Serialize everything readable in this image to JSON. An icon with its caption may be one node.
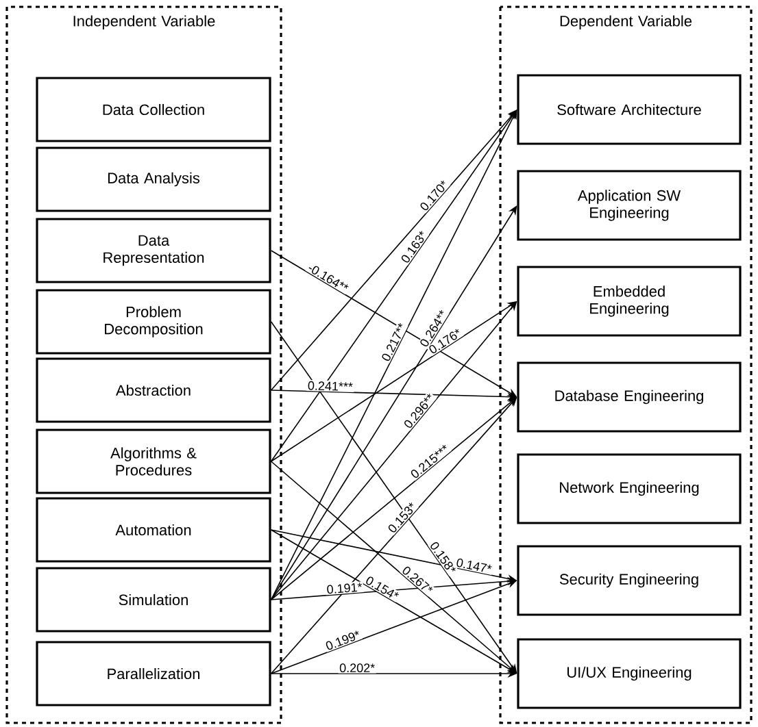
{
  "diagram": {
    "nodes": [
      {
        "text": [
          "Independent Variable"
        ]
      },
      {
        "text": [
          "Dependent Variable"
        ]
      },
      {
        "text": [
          "Data Collection"
        ],
        "in": 0
      },
      {
        "text": [
          "Data Analysis"
        ],
        "in": 0
      },
      {
        "text": [
          "Data Representation"
        ],
        "in": 0
      },
      {
        "text": [
          "Problem Decomposition"
        ],
        "in": 0
      },
      {
        "text": [
          "Abstraction"
        ],
        "in": 0
      },
      {
        "text": [
          "Algorithms & Procedures"
        ],
        "in": 0
      },
      {
        "text": [
          "Automation"
        ],
        "in": 0
      },
      {
        "text": [
          "Simulation"
        ],
        "in": 0
      },
      {
        "text": [
          "Parallelization"
        ],
        "in": 0
      },
      {
        "text": [
          "Software Architecture"
        ],
        "in": 1
      },
      {
        "text": [
          "Application SW Engineering"
        ],
        "in": 1
      },
      {
        "text": [
          "Embedded Engineering"
        ],
        "in": 1
      },
      {
        "text": [
          "Database Engineering"
        ],
        "in": 1
      },
      {
        "text": [
          "Network Engineering"
        ],
        "in": 1
      },
      {
        "text": [
          "Security Engineering"
        ],
        "in": 1
      },
      {
        "text": [
          "UI/UX Engineering"
        ],
        "in": 1
      }
    ],
    "edges": [
      {
        "from": 6,
        "to": 11,
        "arrow": "to",
        "label": "0.170*"
      },
      {
        "from": 7,
        "to": 11,
        "arrow": "to",
        "label": "0.163*"
      },
      {
        "from": 9,
        "to": 11,
        "arrow": "to",
        "label": "0.217**"
      },
      {
        "from": 9,
        "to": 12,
        "arrow": "to",
        "label": "0.264**"
      },
      {
        "from": 7,
        "to": 13,
        "arrow": "to",
        "label": "0.176*"
      },
      {
        "from": 9,
        "to": 13,
        "arrow": "to",
        "label": "0.296**"
      },
      {
        "from": 4,
        "to": 14,
        "arrow": "to",
        "label": "-0.164**"
      },
      {
        "from": 6,
        "to": 14,
        "arrow": "to",
        "label": "0.241***"
      },
      {
        "from": 9,
        "to": 14,
        "arrow": "to",
        "label": "0.215***"
      },
      {
        "from": 10,
        "to": 14,
        "arrow": "to",
        "label": "0.153*"
      },
      {
        "from": 5,
        "to": 17,
        "arrow": "to",
        "label": "0.158*"
      },
      {
        "from": 8,
        "to": 16,
        "arrow": "to",
        "label": "0.147*"
      },
      {
        "from": 7,
        "to": 17,
        "arrow": "to",
        "label": "0.267*"
      },
      {
        "from": 8,
        "to": 17,
        "arrow": "to",
        "label": "0.154*"
      },
      {
        "from": 9,
        "to": 16,
        "arrow": "to",
        "label": "0.191*"
      },
      {
        "from": 10,
        "to": 16,
        "arrow": "to",
        "label": "0.199*"
      },
      {
        "from": 10,
        "to": 17,
        "arrow": "to",
        "label": "0.202*"
      }
    ]
  }
}
